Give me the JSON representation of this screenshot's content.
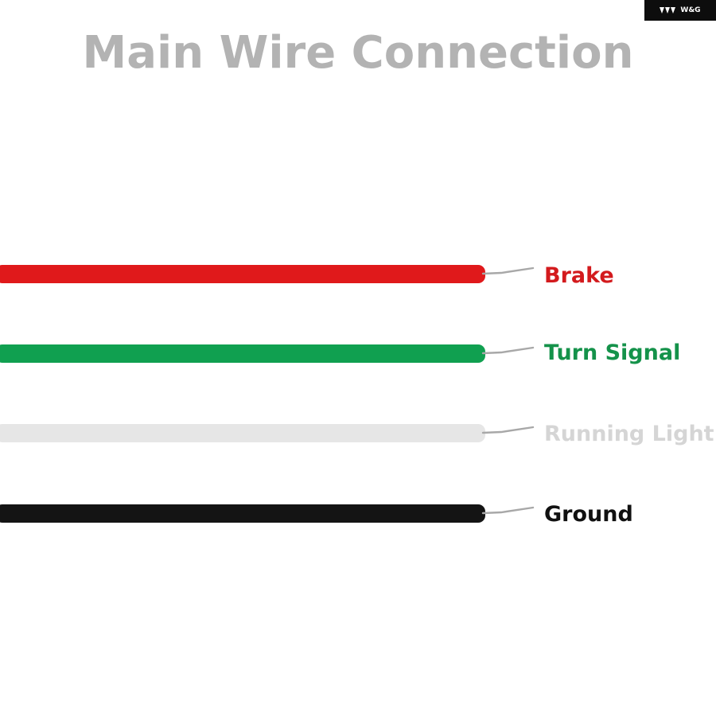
{
  "brand": {
    "logo_text": "W&G"
  },
  "title": "Main Wire Connection",
  "wires": [
    {
      "label": "Brake",
      "color": "#e0191b",
      "label_color": "#d31a1d"
    },
    {
      "label": "Turn Signal",
      "color": "#10a050",
      "label_color": "#14924a"
    },
    {
      "label": "Running Light",
      "color": "#e6e6e6",
      "label_color": "#d5d5d5"
    },
    {
      "label": "Ground",
      "color": "#141414",
      "label_color": "#111111"
    }
  ],
  "strand_color": "#a8a8a8"
}
